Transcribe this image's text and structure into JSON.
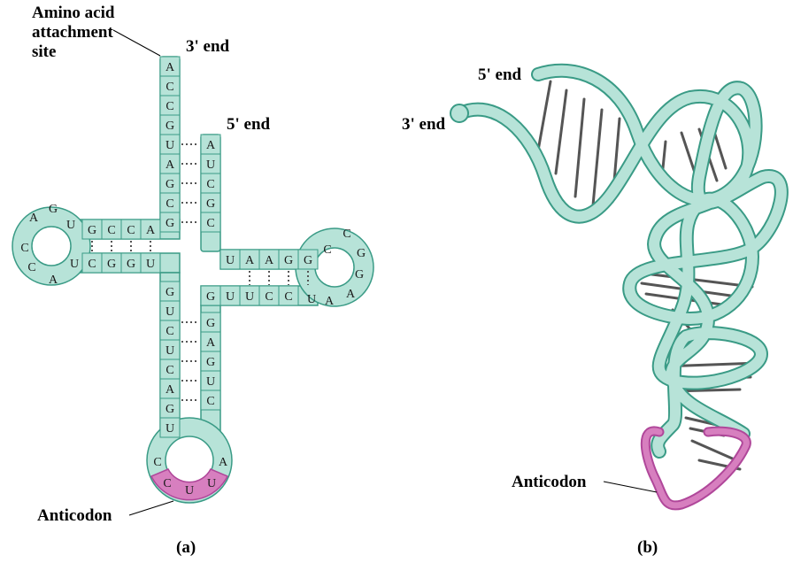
{
  "panel_a": {
    "label_amino_line1": "Amino acid",
    "label_amino_line2": "attachment",
    "label_amino_line3": "site",
    "label_3end": "3' end",
    "label_5end": "5' end",
    "label_anticodon": "Anticodon",
    "caption": "(a)",
    "acceptor_3_strand": [
      "A",
      "C",
      "C",
      "G",
      "U",
      "A",
      "G",
      "C",
      "G"
    ],
    "acceptor_5_strand": [
      "A",
      "U",
      "C",
      "G",
      "C"
    ],
    "d_stem_top": [
      "G",
      "C",
      "C",
      "A"
    ],
    "d_stem_bottom": [
      "C",
      "G",
      "G",
      "U"
    ],
    "d_loop": [
      "U",
      "G",
      "A",
      "C",
      "C",
      "A",
      "U"
    ],
    "anticodon_stem_left": [
      "G",
      "U",
      "C",
      "U",
      "C",
      "A",
      "G",
      "U"
    ],
    "anticodon_stem_right": [
      "G",
      "A",
      "G",
      "U",
      "C"
    ],
    "anticodon_loop": [
      "C",
      "A"
    ],
    "anticodon": [
      "C",
      "U",
      "U"
    ],
    "t_stem_top": [
      "U",
      "A",
      "A",
      "G",
      "G"
    ],
    "t_stem_bottom": [
      "G",
      "U",
      "U",
      "C",
      "C"
    ],
    "t_loop": [
      "C",
      "C",
      "G",
      "G",
      "A",
      "A",
      "U"
    ]
  },
  "panel_b": {
    "label_5end": "5' end",
    "label_3end": "3' end",
    "label_anticodon": "Anticodon",
    "caption": "(b)"
  },
  "colors": {
    "strand_fill": "#b7e3d8",
    "strand_stroke": "#3a9b86",
    "anticodon_fill": "#d77fbf",
    "anticodon_stroke": "#b0479a",
    "pair_line": "#555555"
  }
}
